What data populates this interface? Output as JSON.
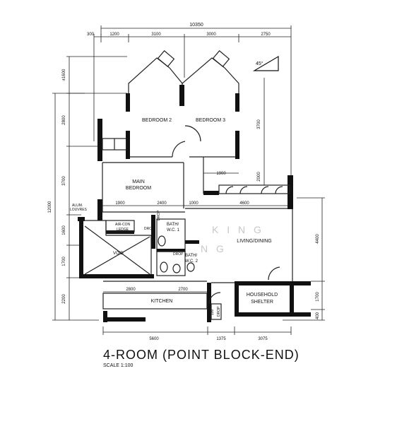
{
  "title": "4-ROOM (POINT BLOCK-END)",
  "scale": "SCALE   1:100",
  "north_angle": "45°",
  "watermark": [
    "K I N G",
    "N G"
  ],
  "dims": {
    "top_total": "10350",
    "top_segments": [
      "300",
      "1200",
      "3100",
      "3000",
      "2750"
    ],
    "left_total": "12000",
    "left_segments": [
      "±1600",
      "2800",
      "3700",
      "1600",
      "1700",
      "2200"
    ],
    "right_upper": "3700",
    "right_mid": "2000",
    "right_living": "4400",
    "right_shelter": "1700",
    "right_bottom": "400",
    "inner_1900_a": "1900",
    "inner_1900_b": "1900",
    "inner_2400": "2400",
    "inner_1000": "1000",
    "inner_4600": "4600",
    "kitchen_2800": "2800",
    "kitchen_2700": "2700",
    "bottom_5600": "5600",
    "bottom_1375": "1375",
    "bottom_3075": "3075"
  },
  "rooms": {
    "bedroom2": "BEDROOM 2",
    "bedroom3": "BEDROOM 3",
    "main_bedroom": [
      "MAIN",
      "BEDROOM"
    ],
    "living_dining": "LIVING/DINING",
    "kitchen": "KITCHEN",
    "household_shelter": [
      "HOUSEHOLD",
      "SHELTER"
    ],
    "bath_wc1": [
      "BATH/",
      "W.C. 1"
    ],
    "bath_wc2": [
      "BATH/",
      "W.C. 2"
    ],
    "aircon_ledge": [
      "AIR-CON",
      "LEDGE"
    ],
    "alum_louvres": [
      "ALUM.",
      "LOUVRES"
    ],
    "void": "VOID",
    "drop": "DROP",
    "drop_100": "100",
    "drop_v": "DROP"
  }
}
